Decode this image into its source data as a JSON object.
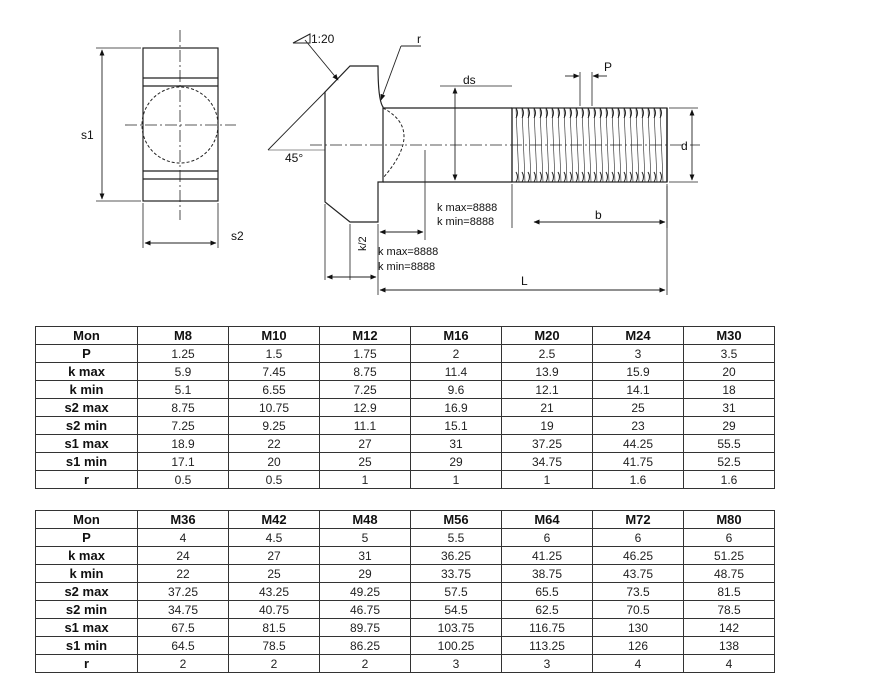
{
  "drawing_labels": {
    "taper": "1:20",
    "r": "r",
    "ds": "ds",
    "p": "P",
    "s1": "s1",
    "s2": "s2",
    "angle": "45°",
    "d": "d",
    "b": "b",
    "k_half": "k/2",
    "k_max_upper": "k max=8888",
    "k_min_upper": "k min=8888",
    "k_max_lower": "k max=8888",
    "k_min_lower": "k min=8888",
    "L": "L"
  },
  "tables": [
    {
      "header": [
        "Mon",
        "M8",
        "M10",
        "M12",
        "M16",
        "M20",
        "M24",
        "M30"
      ],
      "rows": [
        {
          "label": "P",
          "values": [
            "1.25",
            "1.5",
            "1.75",
            "2",
            "2.5",
            "3",
            "3.5"
          ]
        },
        {
          "label": "k max",
          "values": [
            "5.9",
            "7.45",
            "8.75",
            "11.4",
            "13.9",
            "15.9",
            "20"
          ]
        },
        {
          "label": "k min",
          "values": [
            "5.1",
            "6.55",
            "7.25",
            "9.6",
            "12.1",
            "14.1",
            "18"
          ]
        },
        {
          "label": "s2 max",
          "values": [
            "8.75",
            "10.75",
            "12.9",
            "16.9",
            "21",
            "25",
            "31"
          ]
        },
        {
          "label": "s2 min",
          "values": [
            "7.25",
            "9.25",
            "11.1",
            "15.1",
            "19",
            "23",
            "29"
          ]
        },
        {
          "label": "s1 max",
          "values": [
            "18.9",
            "22",
            "27",
            "31",
            "37.25",
            "44.25",
            "55.5"
          ]
        },
        {
          "label": "s1 min",
          "values": [
            "17.1",
            "20",
            "25",
            "29",
            "34.75",
            "41.75",
            "52.5"
          ]
        },
        {
          "label": "r",
          "values": [
            "0.5",
            "0.5",
            "1",
            "1",
            "1",
            "1.6",
            "1.6"
          ]
        }
      ]
    },
    {
      "header": [
        "Mon",
        "M36",
        "M42",
        "M48",
        "M56",
        "M64",
        "M72",
        "M80"
      ],
      "rows": [
        {
          "label": "P",
          "values": [
            "4",
            "4.5",
            "5",
            "5.5",
            "6",
            "6",
            "6"
          ]
        },
        {
          "label": "k max",
          "values": [
            "24",
            "27",
            "31",
            "36.25",
            "41.25",
            "46.25",
            "51.25"
          ]
        },
        {
          "label": "k min",
          "values": [
            "22",
            "25",
            "29",
            "33.75",
            "38.75",
            "43.75",
            "48.75"
          ]
        },
        {
          "label": "s2 max",
          "values": [
            "37.25",
            "43.25",
            "49.25",
            "57.5",
            "65.5",
            "73.5",
            "81.5"
          ]
        },
        {
          "label": "s2 min",
          "values": [
            "34.75",
            "40.75",
            "46.75",
            "54.5",
            "62.5",
            "70.5",
            "78.5"
          ]
        },
        {
          "label": "s1 max",
          "values": [
            "67.5",
            "81.5",
            "89.75",
            "103.75",
            "116.75",
            "130",
            "142"
          ]
        },
        {
          "label": "s1 min",
          "values": [
            "64.5",
            "78.5",
            "86.25",
            "100.25",
            "113.25",
            "126",
            "138"
          ]
        },
        {
          "label": "r",
          "values": [
            "2",
            "2",
            "2",
            "3",
            "3",
            "4",
            "4"
          ]
        }
      ]
    }
  ]
}
